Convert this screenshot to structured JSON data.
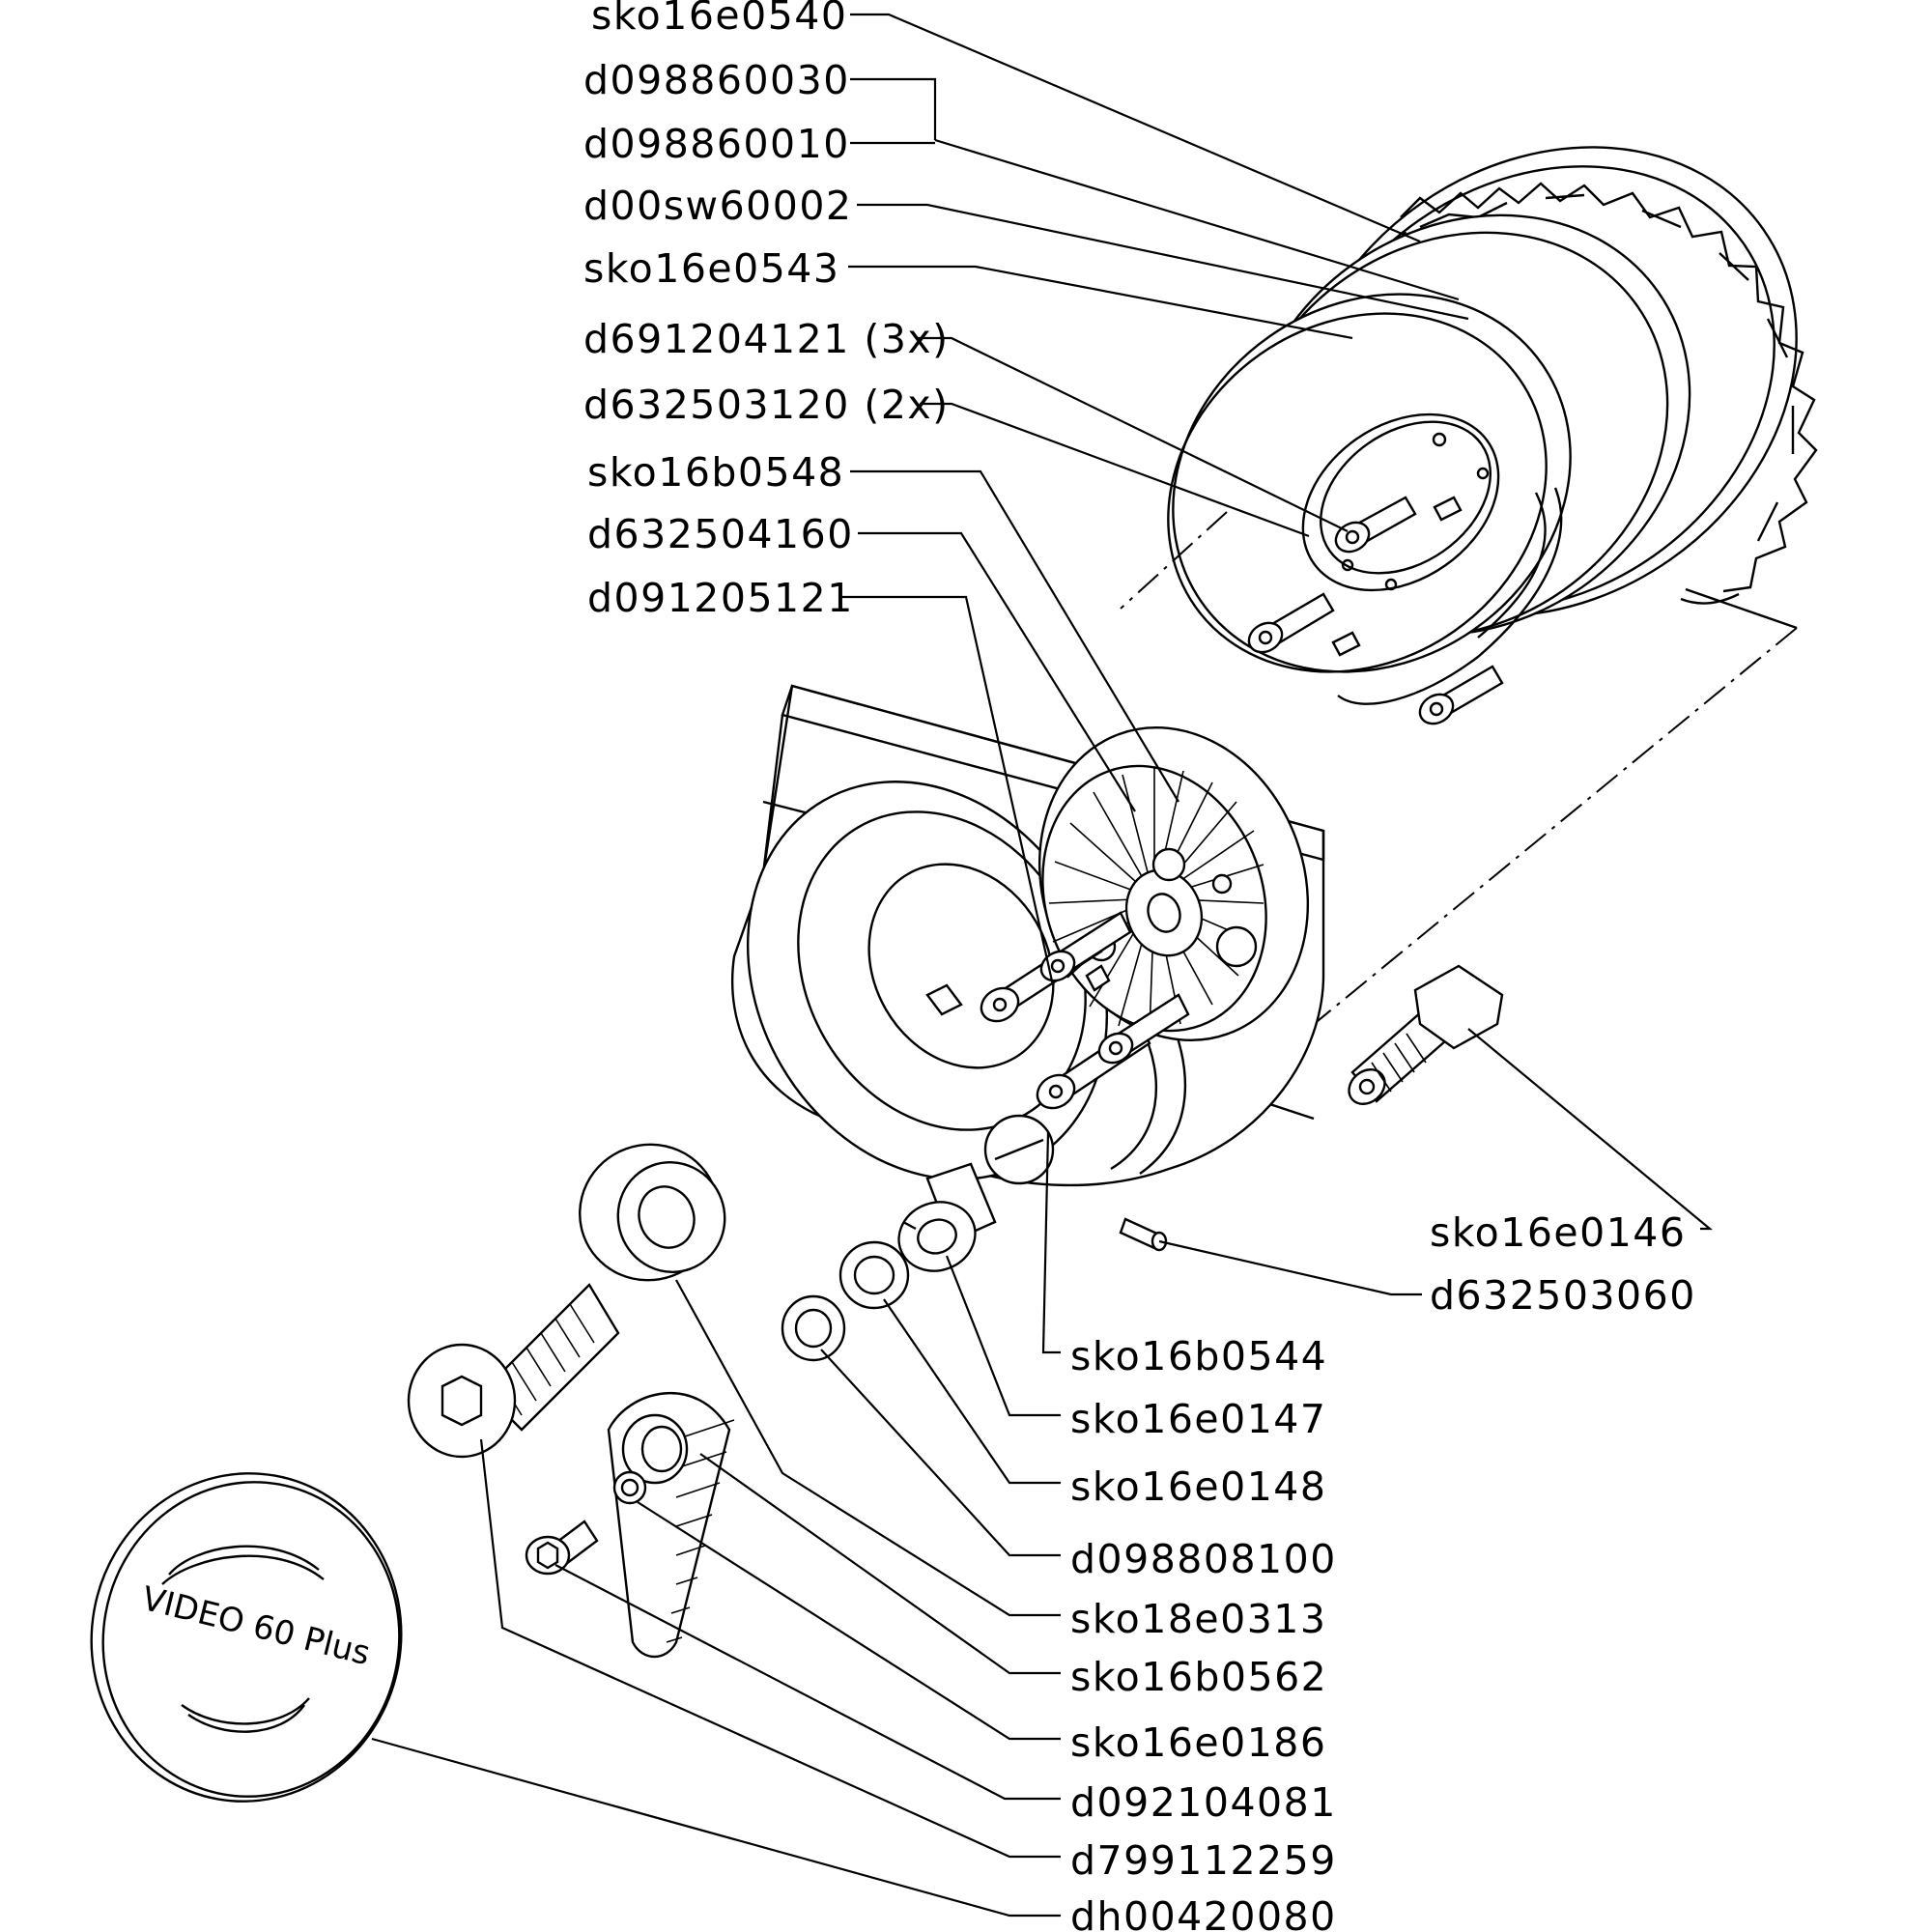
{
  "diagram": {
    "callouts": [
      {
        "id": "c1",
        "label": "sko16e0540"
      },
      {
        "id": "c2",
        "label": "d098860030"
      },
      {
        "id": "c3",
        "label": "d098860010"
      },
      {
        "id": "c4",
        "label": "d00sw60002"
      },
      {
        "id": "c5",
        "label": "sko16e0543"
      },
      {
        "id": "c6",
        "label": "d691204121 (3x)"
      },
      {
        "id": "c7",
        "label": "d632503120 (2x)"
      },
      {
        "id": "c8",
        "label": "sko16b0548"
      },
      {
        "id": "c9",
        "label": "d632504160"
      },
      {
        "id": "c10",
        "label": "d091205121"
      },
      {
        "id": "c11",
        "label": "sko16e0146"
      },
      {
        "id": "c12",
        "label": "d632503060"
      },
      {
        "id": "c13",
        "label": "sko16b0544"
      },
      {
        "id": "c14",
        "label": "sko16e0147"
      },
      {
        "id": "c15",
        "label": "sko16e0148"
      },
      {
        "id": "c16",
        "label": "d098808100"
      },
      {
        "id": "c17",
        "label": "sko18e0313"
      },
      {
        "id": "c18",
        "label": "sko16b0562"
      },
      {
        "id": "c19",
        "label": "sko16e0186"
      },
      {
        "id": "c20",
        "label": "d092104081"
      },
      {
        "id": "c21",
        "label": "d799112259"
      },
      {
        "id": "c22",
        "label": "dh00420080"
      }
    ],
    "cap_text": "VIDEO 60 Plus"
  }
}
